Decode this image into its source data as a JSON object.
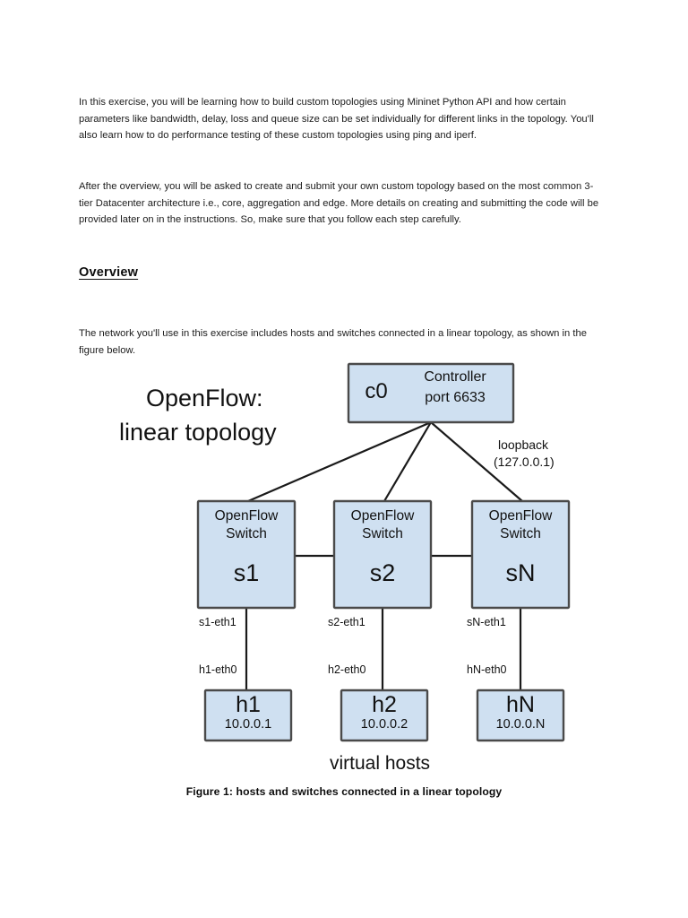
{
  "document": {
    "paragraphs": [
      "In this exercise, you will be learning how to build custom topologies using Mininet Python API and how certain parameters like bandwidth, delay, loss and queue size can be set individually for different links in the topology. You'll also learn how to do performance testing of these custom topologies using ping and iperf.",
      "After the overview, you will be asked to create and submit your own custom topology based on the most common 3-tier Datacenter architecture i.e., core, aggregation and edge. More details on creating and submitting the code will be provided later on in the instructions. So, make sure that you follow each step carefully."
    ],
    "section_heading": "Overview",
    "intro_text": "The network you'll use in this exercise includes hosts and switches connected in a linear topology, as shown in the figure below."
  },
  "figure": {
    "title_line1": "OpenFlow:",
    "title_line2": "linear topology",
    "caption": "Figure 1: hosts and switches connected in a linear topology",
    "virtual_hosts_label": "virtual hosts",
    "loopback_annotation": {
      "line1": "loopback",
      "line2": "(127.0.0.1)"
    },
    "controller": {
      "id": "c0",
      "line1": "Controller",
      "line2": "port 6633"
    },
    "switches": [
      {
        "type_line1": "OpenFlow",
        "type_line2": "Switch",
        "id": "s1",
        "switch_iface": "s1-eth1",
        "host_iface": "h1-eth0"
      },
      {
        "type_line1": "OpenFlow",
        "type_line2": "Switch",
        "id": "s2",
        "switch_iface": "s2-eth1",
        "host_iface": "h2-eth0"
      },
      {
        "type_line1": "OpenFlow",
        "type_line2": "Switch",
        "id": "sN",
        "switch_iface": "sN-eth1",
        "host_iface": "hN-eth0"
      }
    ],
    "hosts": [
      {
        "id": "h1",
        "ip": "10.0.0.1"
      },
      {
        "id": "h2",
        "ip": "10.0.0.2"
      },
      {
        "id": "hN",
        "ip": "10.0.0.N"
      }
    ],
    "colors": {
      "box_fill": "#cfe0f1",
      "box_stroke": "#4a4a4a",
      "line": "#1a1a1a",
      "page_background": "#ffffff"
    }
  }
}
